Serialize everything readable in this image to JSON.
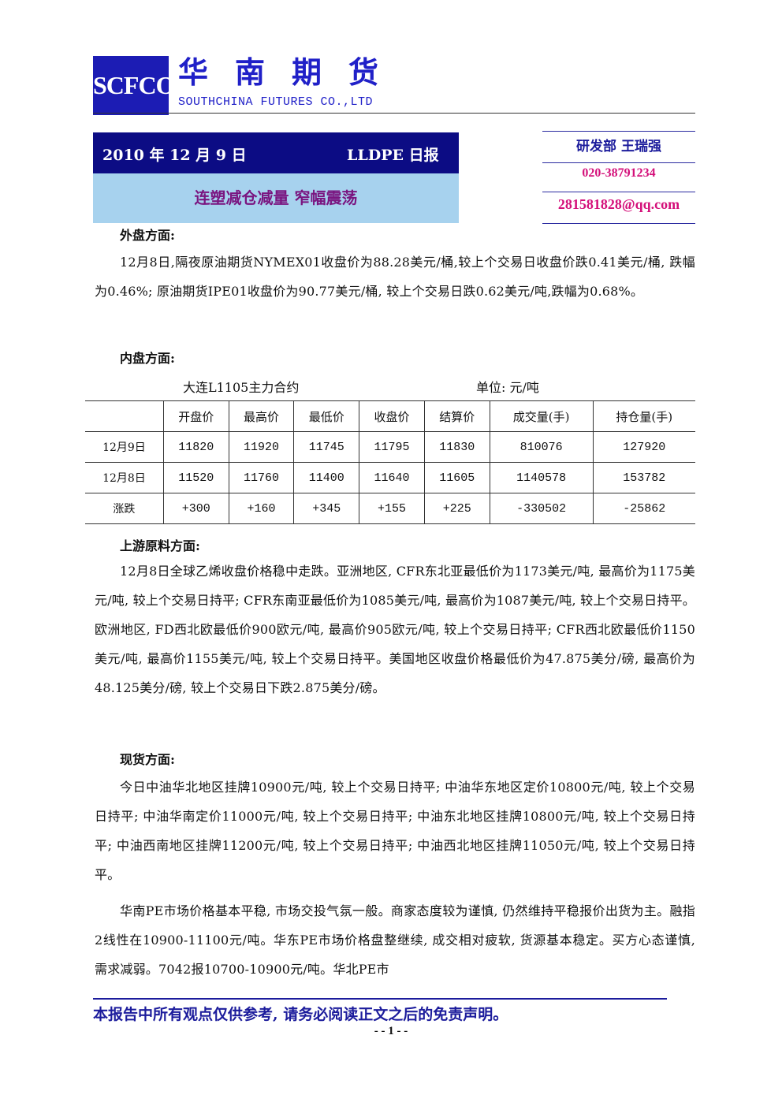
{
  "header": {
    "logo_text": "SCFCO",
    "company_cn": "华南期货",
    "company_en": "SOUTHCHINA FUTURES CO.,LTD"
  },
  "title": {
    "date": "2010 年 12 月 9 日",
    "report_name": "LLDPE 日报",
    "subtitle": "连塑减仓减量   窄幅震荡"
  },
  "contact": {
    "department": "研发部 王瑞强",
    "phone": "020-38791234",
    "email": "281581828@qq.com"
  },
  "sections": {
    "foreign": {
      "heading": "外盘方面:",
      "text": "12月8日,隔夜原油期货NYMEX01收盘价为88.28美元/桶,较上个交易日收盘价跌0.41美元/桶, 跌幅为0.46%; 原油期货IPE01收盘价为90.77美元/桶, 较上个交易日跌0.62美元/吨,跌幅为0.68%。"
    },
    "domestic": {
      "heading": "内盘方面:"
    },
    "upstream": {
      "heading": "上游原料方面:",
      "text": "12月8日全球乙烯收盘价格稳中走跌。亚洲地区, CFR东北亚最低价为1173美元/吨, 最高价为1175美元/吨, 较上个交易日持平; CFR东南亚最低价为1085美元/吨, 最高价为1087美元/吨, 较上个交易日持平。欧洲地区, FD西北欧最低价900欧元/吨, 最高价905欧元/吨, 较上个交易日持平; CFR西北欧最低价1150美元/吨, 最高价1155美元/吨, 较上个交易日持平。美国地区收盘价格最低价为47.875美分/磅, 最高价为48.125美分/磅, 较上个交易日下跌2.875美分/磅。"
    },
    "spot": {
      "heading": "现货方面:",
      "text1": "今日中油华北地区挂牌10900元/吨, 较上个交易日持平; 中油华东地区定价10800元/吨, 较上个交易日持平; 中油华南定价11000元/吨, 较上个交易日持平; 中油东北地区挂牌10800元/吨, 较上个交易日持平; 中油西南地区挂牌11200元/吨, 较上个交易日持平; 中油西北地区挂牌11050元/吨, 较上个交易日持平。",
      "text2": "华南PE市场价格基本平稳, 市场交投气氛一般。商家态度较为谨慎, 仍然维持平稳报价出货为主。融指2线性在10900-11100元/吨。华东PE市场价格盘整继续, 成交相对疲软, 货源基本稳定。买方心态谨慎, 需求减弱。7042报10700-10900元/吨。华北PE市"
    }
  },
  "table": {
    "caption": "大连L1105主力合约",
    "unit": "单位: 元/吨",
    "headers": [
      "",
      "开盘价",
      "最高价",
      "最低价",
      "收盘价",
      "结算价",
      "成交量(手)",
      "持仓量(手)"
    ],
    "rows": [
      [
        "12月9日",
        "11820",
        "11920",
        "11745",
        "11795",
        "11830",
        "810076",
        "127920"
      ],
      [
        "12月8日",
        "11520",
        "11760",
        "11400",
        "11640",
        "11605",
        "1140578",
        "153782"
      ],
      [
        "涨跌",
        "+300",
        "+160",
        "+345",
        "+155",
        "+225",
        "-330502",
        "-25862"
      ]
    ]
  },
  "footer": {
    "disclaimer": "本报告中所有观点仅供参考, 请务必阅读正文之后的免责声明。",
    "page": "- - 1 - -"
  }
}
